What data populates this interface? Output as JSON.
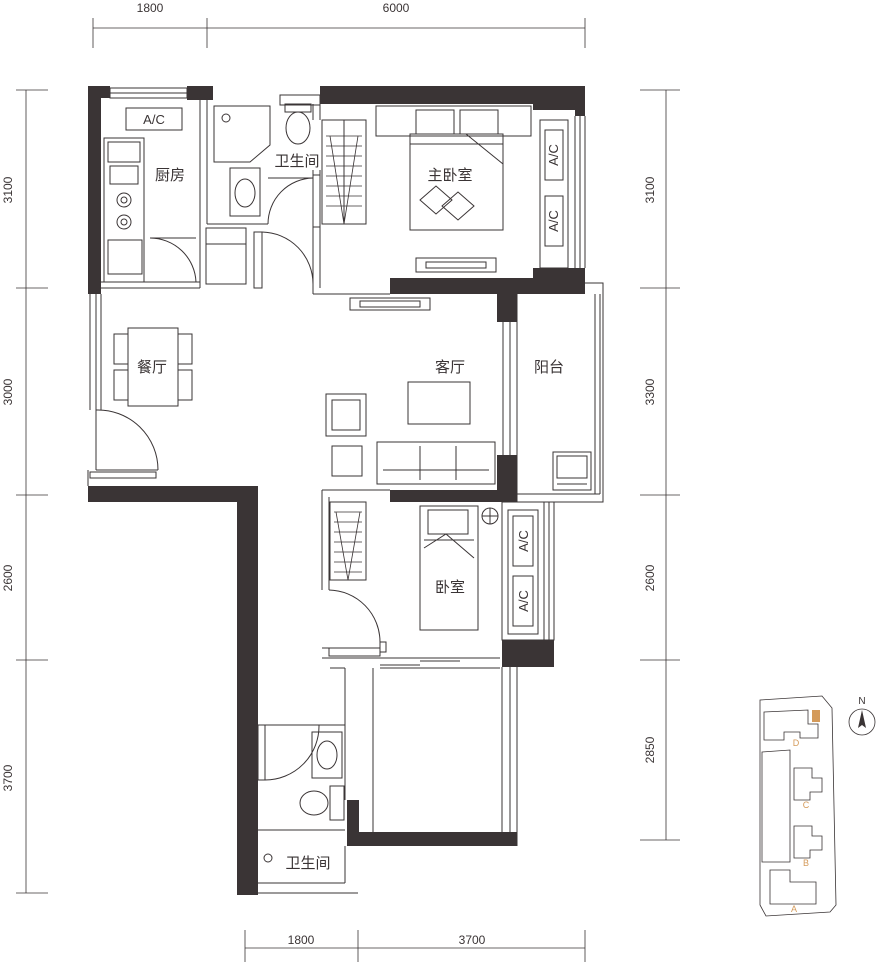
{
  "rooms": {
    "kitchen": "厨房",
    "bath_top": "卫生间",
    "master_bedroom": "主卧室",
    "dining": "餐厅",
    "living": "客厅",
    "balcony": "阳台",
    "bedroom": "卧室",
    "bath_bottom": "卫生间"
  },
  "ac_label": "A/C",
  "dimensions": {
    "top": [
      "1800",
      "6000"
    ],
    "bottom": [
      "1800",
      "3700"
    ],
    "left": [
      "3100",
      "3000",
      "2600",
      "3700"
    ],
    "right": [
      "3100",
      "3300",
      "2600",
      "2850"
    ]
  },
  "key_plan": {
    "north": "N",
    "buildings": [
      "D",
      "C",
      "B",
      "A"
    ],
    "highlight_color": "#d49a5a"
  },
  "colors": {
    "wall": "#3a3435",
    "accent": "#d49a5a"
  }
}
